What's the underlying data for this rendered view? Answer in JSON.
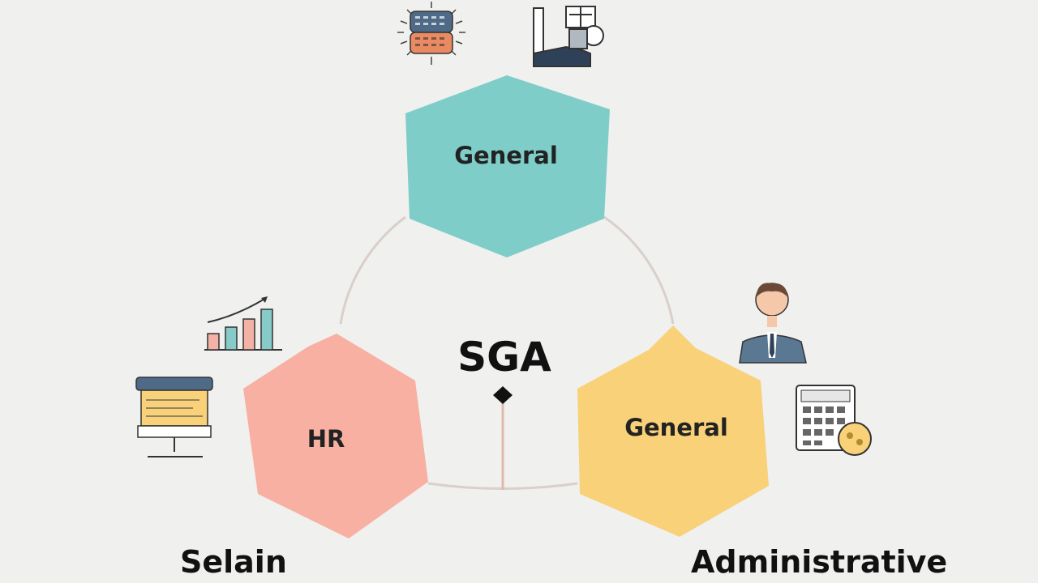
{
  "center": {
    "label": "SGA"
  },
  "nodes": {
    "top": {
      "label": "General",
      "color": "#7ecdc9"
    },
    "left": {
      "label": "HR",
      "color": "#f7b0a2"
    },
    "right": {
      "label": "General",
      "color": "#f8d178"
    }
  },
  "captions": {
    "left": "Selain",
    "right": "Administrative"
  },
  "icons": {
    "top_left": "sun-keyboard-icon",
    "top_right": "machine-icon",
    "left_top": "growth-chart-icon",
    "left_bottom": "computer-monitor-icon",
    "right_top": "businessman-icon",
    "right_bottom": "calculator-coins-icon"
  }
}
